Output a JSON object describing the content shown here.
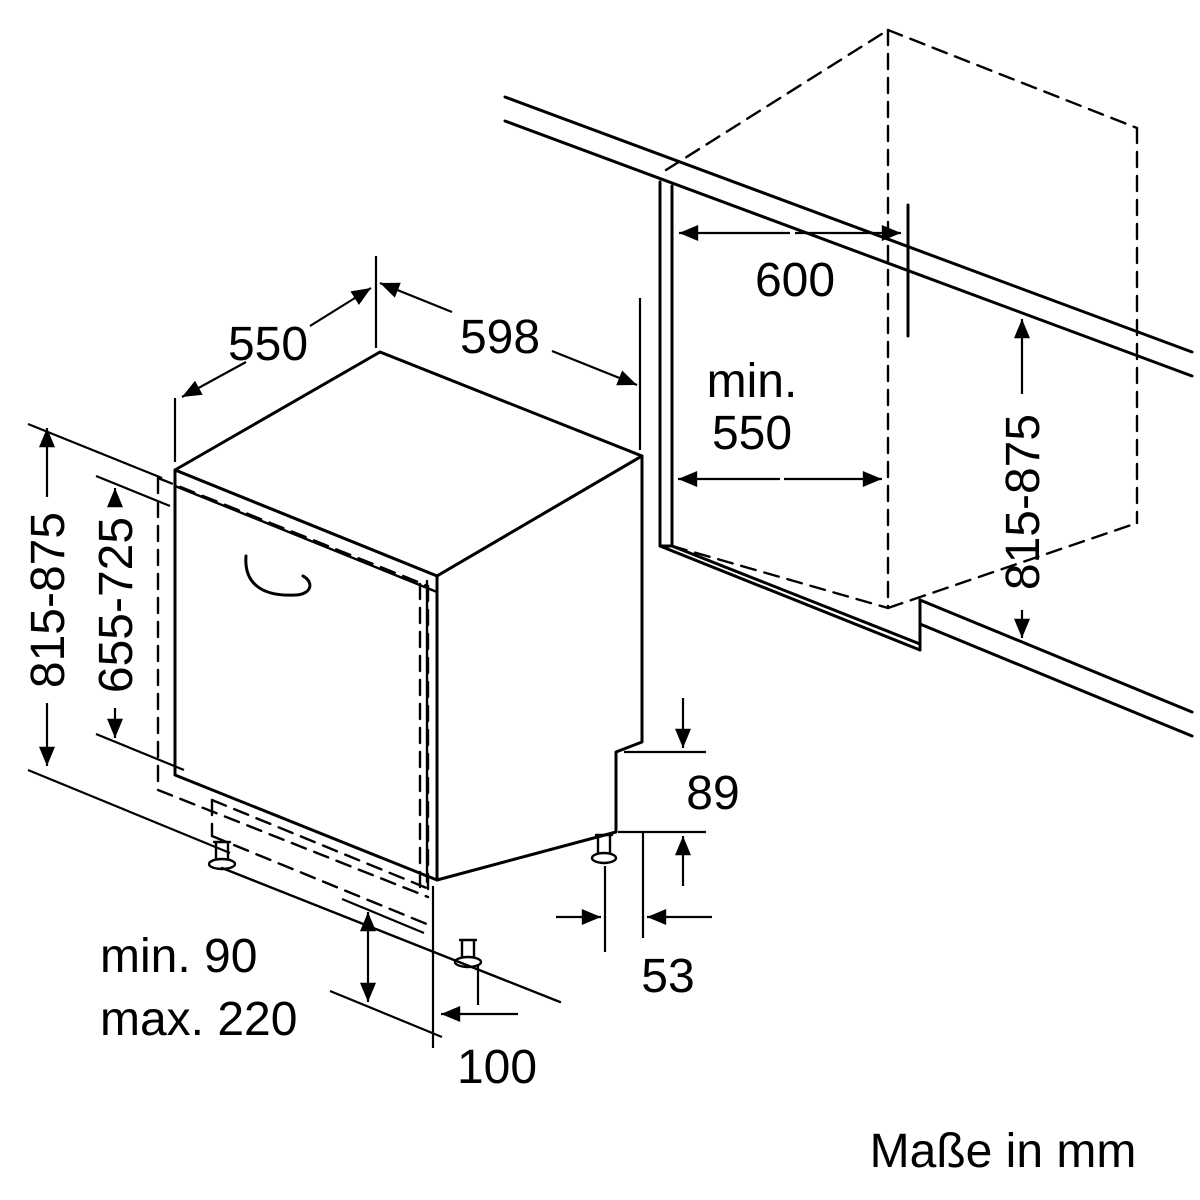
{
  "diagram": {
    "caption": "Maße in mm",
    "appliance": {
      "depth": "550",
      "width": "598",
      "height_range": "815-875",
      "door_panel_height_range": "655-725",
      "plinth_min": "min. 90",
      "plinth_max": "max. 220",
      "front_foot_offset": "100",
      "rear_foot_offset": "53",
      "rear_recess_height": "89"
    },
    "niche": {
      "width": "600",
      "depth_min_line1": "min.",
      "depth_min_line2": "550",
      "height_range": "815-875"
    },
    "colors": {
      "line": "#000000",
      "background": "#ffffff"
    }
  }
}
